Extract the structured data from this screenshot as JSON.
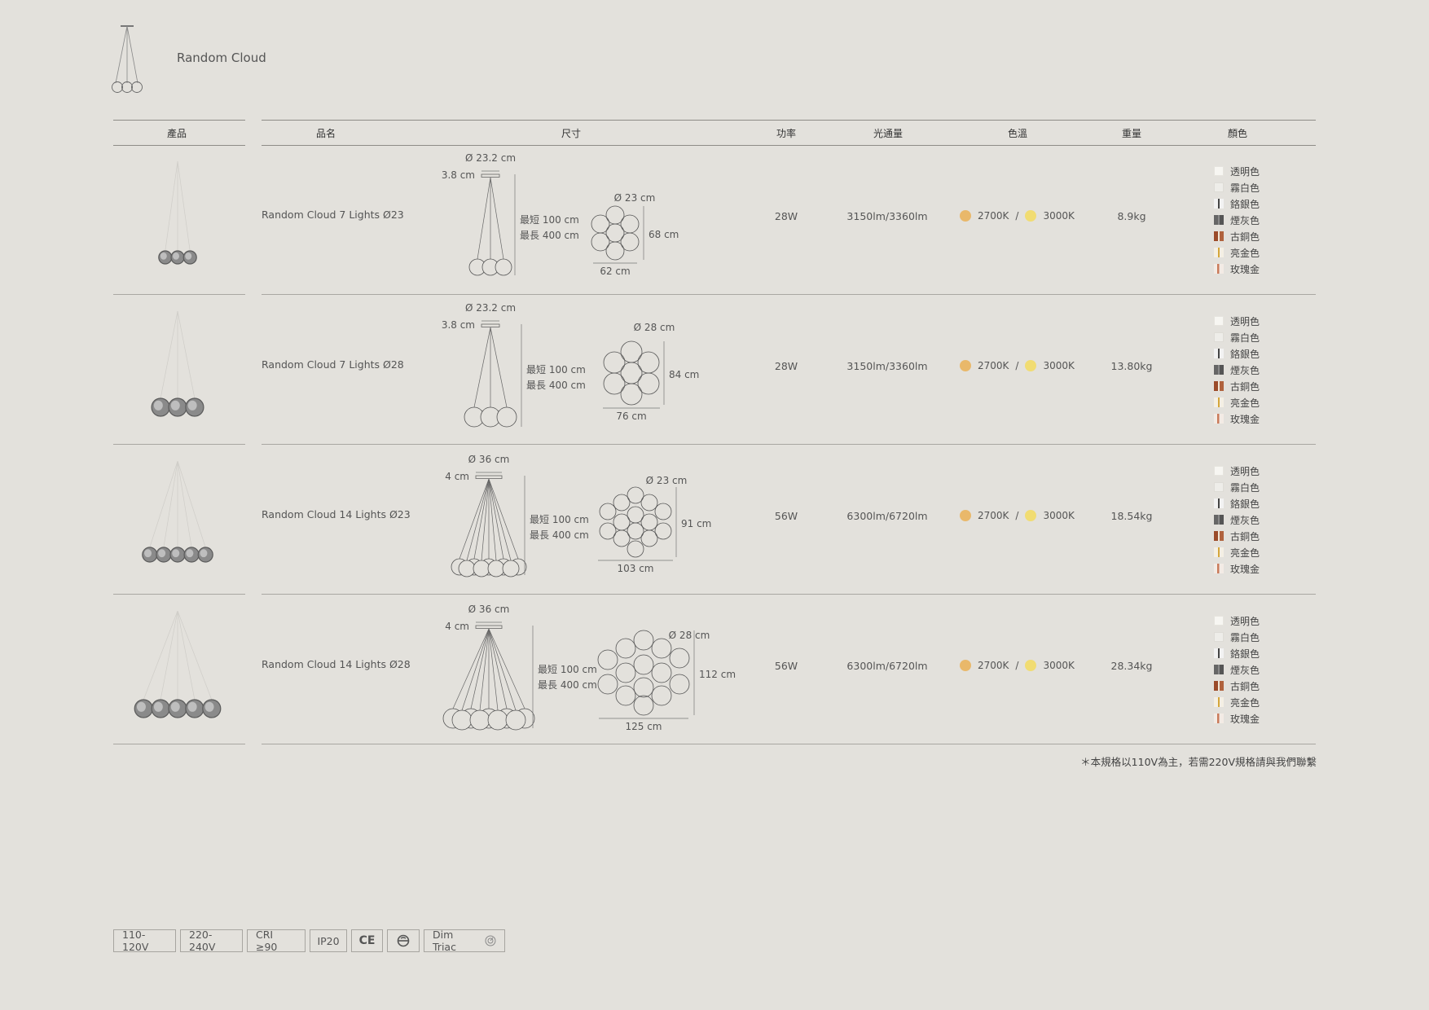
{
  "header": {
    "title": "Random Cloud"
  },
  "columns": {
    "product": "產品",
    "name": "品名",
    "size": "尺寸",
    "power": "功率",
    "lumen": "光通量",
    "cct": "色溫",
    "weight": "重量",
    "color": "顏色"
  },
  "cct": {
    "warm": "2700K",
    "sep": "/",
    "neutral": "3000K",
    "warm_color": "#e9b86a",
    "neutral_color": "#f1dc72"
  },
  "color_options": [
    {
      "label": "透明色",
      "icon": "clear-swatch-icon"
    },
    {
      "label": "霧白色",
      "icon": "frost-white-swatch-icon"
    },
    {
      "label": "鉻銀色",
      "icon": "chrome-silver-swatch-icon"
    },
    {
      "label": "煙灰色",
      "icon": "smoke-grey-swatch-icon"
    },
    {
      "label": "古銅色",
      "icon": "bronze-swatch-icon"
    },
    {
      "label": "亮金色",
      "icon": "gold-swatch-icon"
    },
    {
      "label": "玫瑰金",
      "icon": "rose-gold-swatch-icon"
    }
  ],
  "rows": [
    {
      "name": "Random Cloud 7 Lights  Ø23",
      "canopy_d": "Ø 23.2 cm",
      "canopy_h": "3.8 cm",
      "min": "最短 100 cm",
      "max": "最長 400 cm",
      "globe_d": "Ø 23 cm",
      "cluster_h": "68 cm",
      "cluster_w": "62 cm",
      "power": "28W",
      "lumen": "3150lm/3360lm",
      "weight": "8.9kg"
    },
    {
      "name": "Random Cloud 7 Lights  Ø28",
      "canopy_d": "Ø 23.2 cm",
      "canopy_h": "3.8 cm",
      "min": "最短 100 cm",
      "max": "最長 400 cm",
      "globe_d": "Ø 28 cm",
      "cluster_h": "84 cm",
      "cluster_w": "76 cm",
      "power": "28W",
      "lumen": "3150lm/3360lm",
      "weight": "13.80kg"
    },
    {
      "name": "Random Cloud 14 Lights  Ø23",
      "canopy_d": "Ø 36 cm",
      "canopy_h": "4 cm",
      "min": "最短 100 cm",
      "max": "最長 400 cm",
      "globe_d": "Ø 23 cm",
      "cluster_h": "91 cm",
      "cluster_w": "103 cm",
      "power": "56W",
      "lumen": "6300lm/6720lm",
      "weight": "18.54kg"
    },
    {
      "name": "Random Cloud 14 Lights  Ø28",
      "canopy_d": "Ø 36 cm",
      "canopy_h": "4 cm",
      "min": "最短 100 cm",
      "max": "最長 400 cm",
      "globe_d": "Ø 28 cm",
      "cluster_h": "112 cm",
      "cluster_w": "125 cm",
      "power": "56W",
      "lumen": "6300lm/6720lm",
      "weight": "28.34kg"
    }
  ],
  "footnote": "＊本規格以110V為主，若需220V規格請與我們聯繫",
  "badges": [
    "110-120V",
    "220-240V",
    "CRI ≥90",
    "IP20"
  ],
  "dim_badge": "Dim Triac",
  "ce_mark": "CE"
}
